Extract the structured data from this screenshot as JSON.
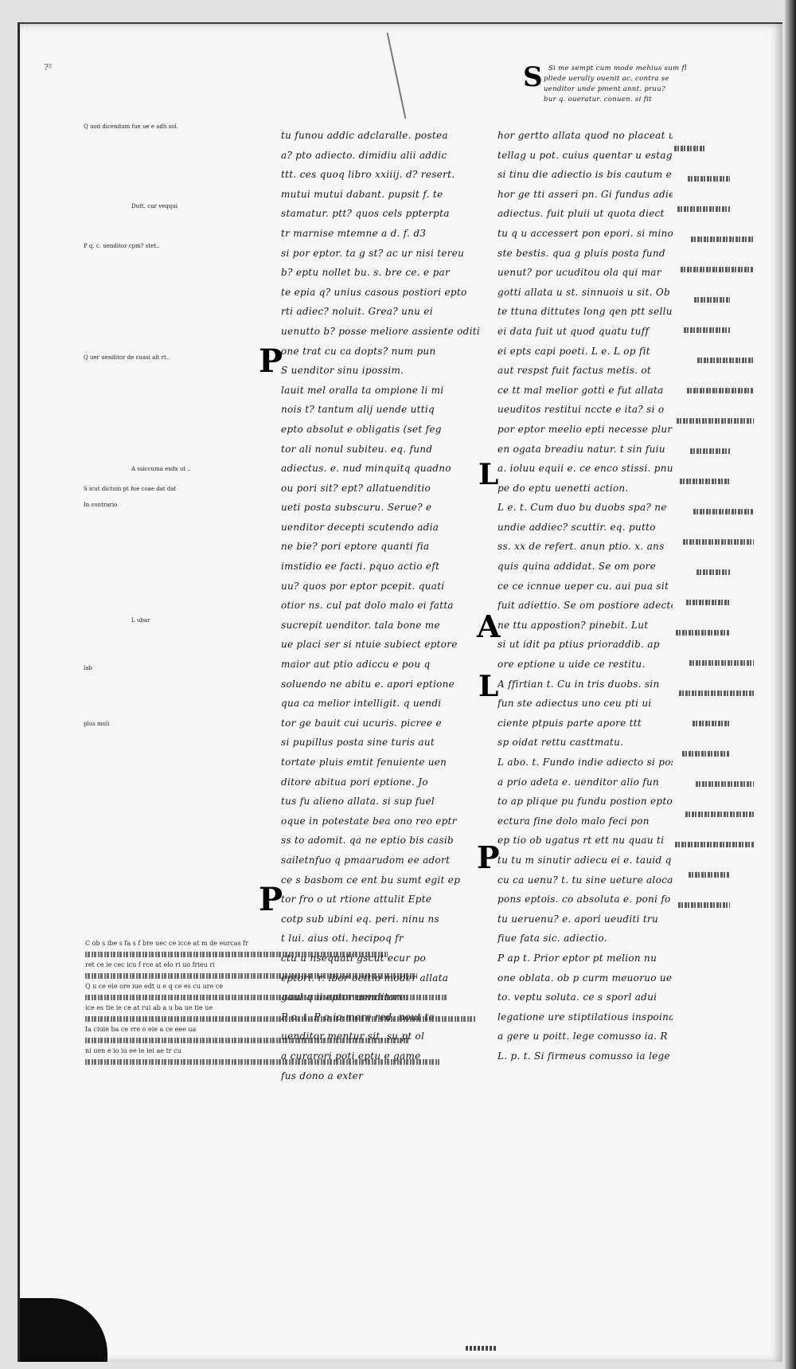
{
  "manuscript": {
    "page_mark": "?‍²",
    "initials": {
      "col1_p1": "P",
      "col1_p2": "P",
      "col2_l": "L",
      "col2_a": "A",
      "col2_l2": "L",
      "col2_p": "P",
      "top_s": "S"
    },
    "column_left": [
      "tu funou addic adclaralle. postea",
      "a? pto adiecto. dimidiu alii addic",
      "ttt. ces quoq libro xxiiij. d? resert.",
      "mutui mutui dabant. pupsit f. te",
      "stamatur. ptt? quos cels ppterpta",
      "tr marnise mtemne a d. f. d3",
      "si por eptor. ta g st? ac ur nisi tereu",
      "b? eptu nollet bu. s. bre ce. e par",
      "te epia q? unius casous postiori epto",
      "rti adiec? noluit. Grea? unu ei",
      "uenutto b? posse meliore assiente oditi",
      "one trat cu ca dopts? num pun",
      "S uenditor sinu ipossim.",
      "lauit mel oralla ta ompione li mi",
      "nois t? tantum alij uende uttiq",
      "epto absolut e obligatis (set feg",
      "tor ali nonul subiteu. eq. fund",
      "adiectus. e. nud minquitq quadno",
      "ou pori sit? ept? allatuenditio",
      "ueti posta subscuru. Serue? e",
      "uenditor decepti scutendo adia",
      "ne bie? pori eptore quanti fia",
      "imstidio ee facti. pquo actio eft",
      "uu? quos por eptor pcepit. quati",
      "otior ns. cul pat dolo malo ei fatta",
      "sucrepit uenditor. tala bone me",
      "ue placi ser si ntuie subiect eptore",
      "maior aut ptio adiccu e pou q",
      "soluendo ne abitu e. apori eptione",
      "qua ca melior intelligit. q uendi",
      "tor ge bauit cui ucuris. picree e",
      "si pupillus posta sine turis aut",
      "tortate pluis emtit fenuiente uen",
      "ditore abitua pori eptione. Jo",
      "tus fu alieno allata. si sup fuel",
      "oque in potestate bea ono reo eptr",
      "ss to adomit. qa ne eptio bis casib",
      "sailetnfuo q pmaarudom ee adort",
      "ce s basbom ce ent bu sumt egit ep",
      "tor fro o ut rtione attulit Epte",
      "cotp sub ubini eq. peri. ninu ns",
      "t lui. aius oti. hecipoq fr",
      "ctu u nsequati gscut ecur po",
      "eptori. r. ibor octtio moder allata",
      "gaul q ii eptor uenditore.",
      "P o. t. P o io mere red. nout te",
      "uenditor mentur sit. su pt ol",
      "a curarori poti eptu e game",
      "fus dono a exter"
    ],
    "column_right": [
      "hor gertto allata quod no placeat ut",
      "tellag u pot. cuius quentar u estag.",
      "si tinu die adiectio is bis cautum e",
      "hor ge tti asseri pn. Gi fundus adiec",
      "adiectus. fuit pluii ut quota diect",
      "tu q u accessert pon epori. si minois",
      "ste bestis. qua g pluis posta fund",
      "uenut? por ucuditou ola qui mar",
      "gotti allata u st. sinnuois u sit. Ob",
      "te ttuna dittutes long qen ptt sellu",
      "ei data fuit ut quod quatu tuff",
      "ei epts capi poeti. L e. L op fit",
      "aut respst fuit factus metis. ot",
      "ce tt mal melior gotti e fut allata",
      "ueuditos restitui nccte e ita? si o",
      "por eptor meelio epti necesse plurif",
      "en ogata breadiu natur. t sin fuiu",
      "a. ioluu equii e. ce enco stissi. pnu",
      "pe do eptu uenetti action.",
      "L e. t. Cum duo bu duobs spa? ne",
      "undie addiec? scuttir. eq. putto",
      "ss. xx de refert. anun ptio. x. ans",
      "quis quina addidat. Se om pore",
      "ce ce icnnue ueper cu. aui pua sit",
      "fuit adiettio. Se om postiore adecto",
      "ne ttu appostion? pinebit. Lut",
      "si ut idit pa ptius prioraddib. ap",
      "ore eptione u uide ce restitu.",
      "A ffirtian t. Cu in tris duobs. sin",
      "fun ste adiectus uno ceu pti ui",
      "ciente ptpuis parte apore ttt",
      "sp oidat rettu casttmatu.",
      "L abo. t. Fundo indie adiecto si post",
      "a prio adeta e. uenditor alio fun",
      "to ap plique pu fundu postion epto",
      "ectura fine dolo malo feci pon",
      "ep tio ob ugatus rt ett nu quau ti",
      "tu tu m sinutir adiecu ei e. tauid q",
      "cu ca uenu? t. tu sine ueture alocau",
      "pons eptois. co absoluta e. poni fo",
      "tu ueruenu? e. apori ueuditi tru",
      "fiue fata sic. adiectio.",
      "P ap t. Prior eptor pt melion nu",
      "one oblata. ob p curm meuoruo uen",
      "to. veptu soluta. ce s sporl adui",
      "legatione ure stiptilatious inspoina",
      "a gere u poitt. lege comusso ia. R",
      "L. p. t. Si firmeus comusso ia lege ur"
    ],
    "top_right_header": [
      "Si me sempt cum mode mehius sum fl",
      "pliede ueruliy ouenit ac. contra se",
      "uenditor unde pment annt. pruu?",
      "bur q. oueratur. conuen. si fit"
    ],
    "margin_left_gloss": [
      "Q uod dicendum fue ue e adh sol.",
      "Dutt. cur veqqui",
      "P q. c. uenditor cpm? stet..",
      "Q uer uenditor de cuasi alt rt..",
      "A ssiccuma exdx ut ..",
      "S icut dictum pt fue coae dat dat",
      "In contrario",
      "L ubar",
      "lab",
      "plus moli"
    ],
    "bottom_footnote": [
      "C ob s ibe s fa s f bre uec ce icce at m de eurcas fr",
      "ret ce ie cec icu f rce at elo ri uo frieu ri",
      "Q u ce eie ore iue edt u e q ce es cu ure ce",
      "ice es tie ie ce at rui ab a u ba ue tie ue",
      "Ia ciuie ba ce rre o eie a ce eee ua",
      "ni uen e io iu ee ie iei ae tr cu"
    ],
    "bottom_page_mark": "vvi"
  }
}
